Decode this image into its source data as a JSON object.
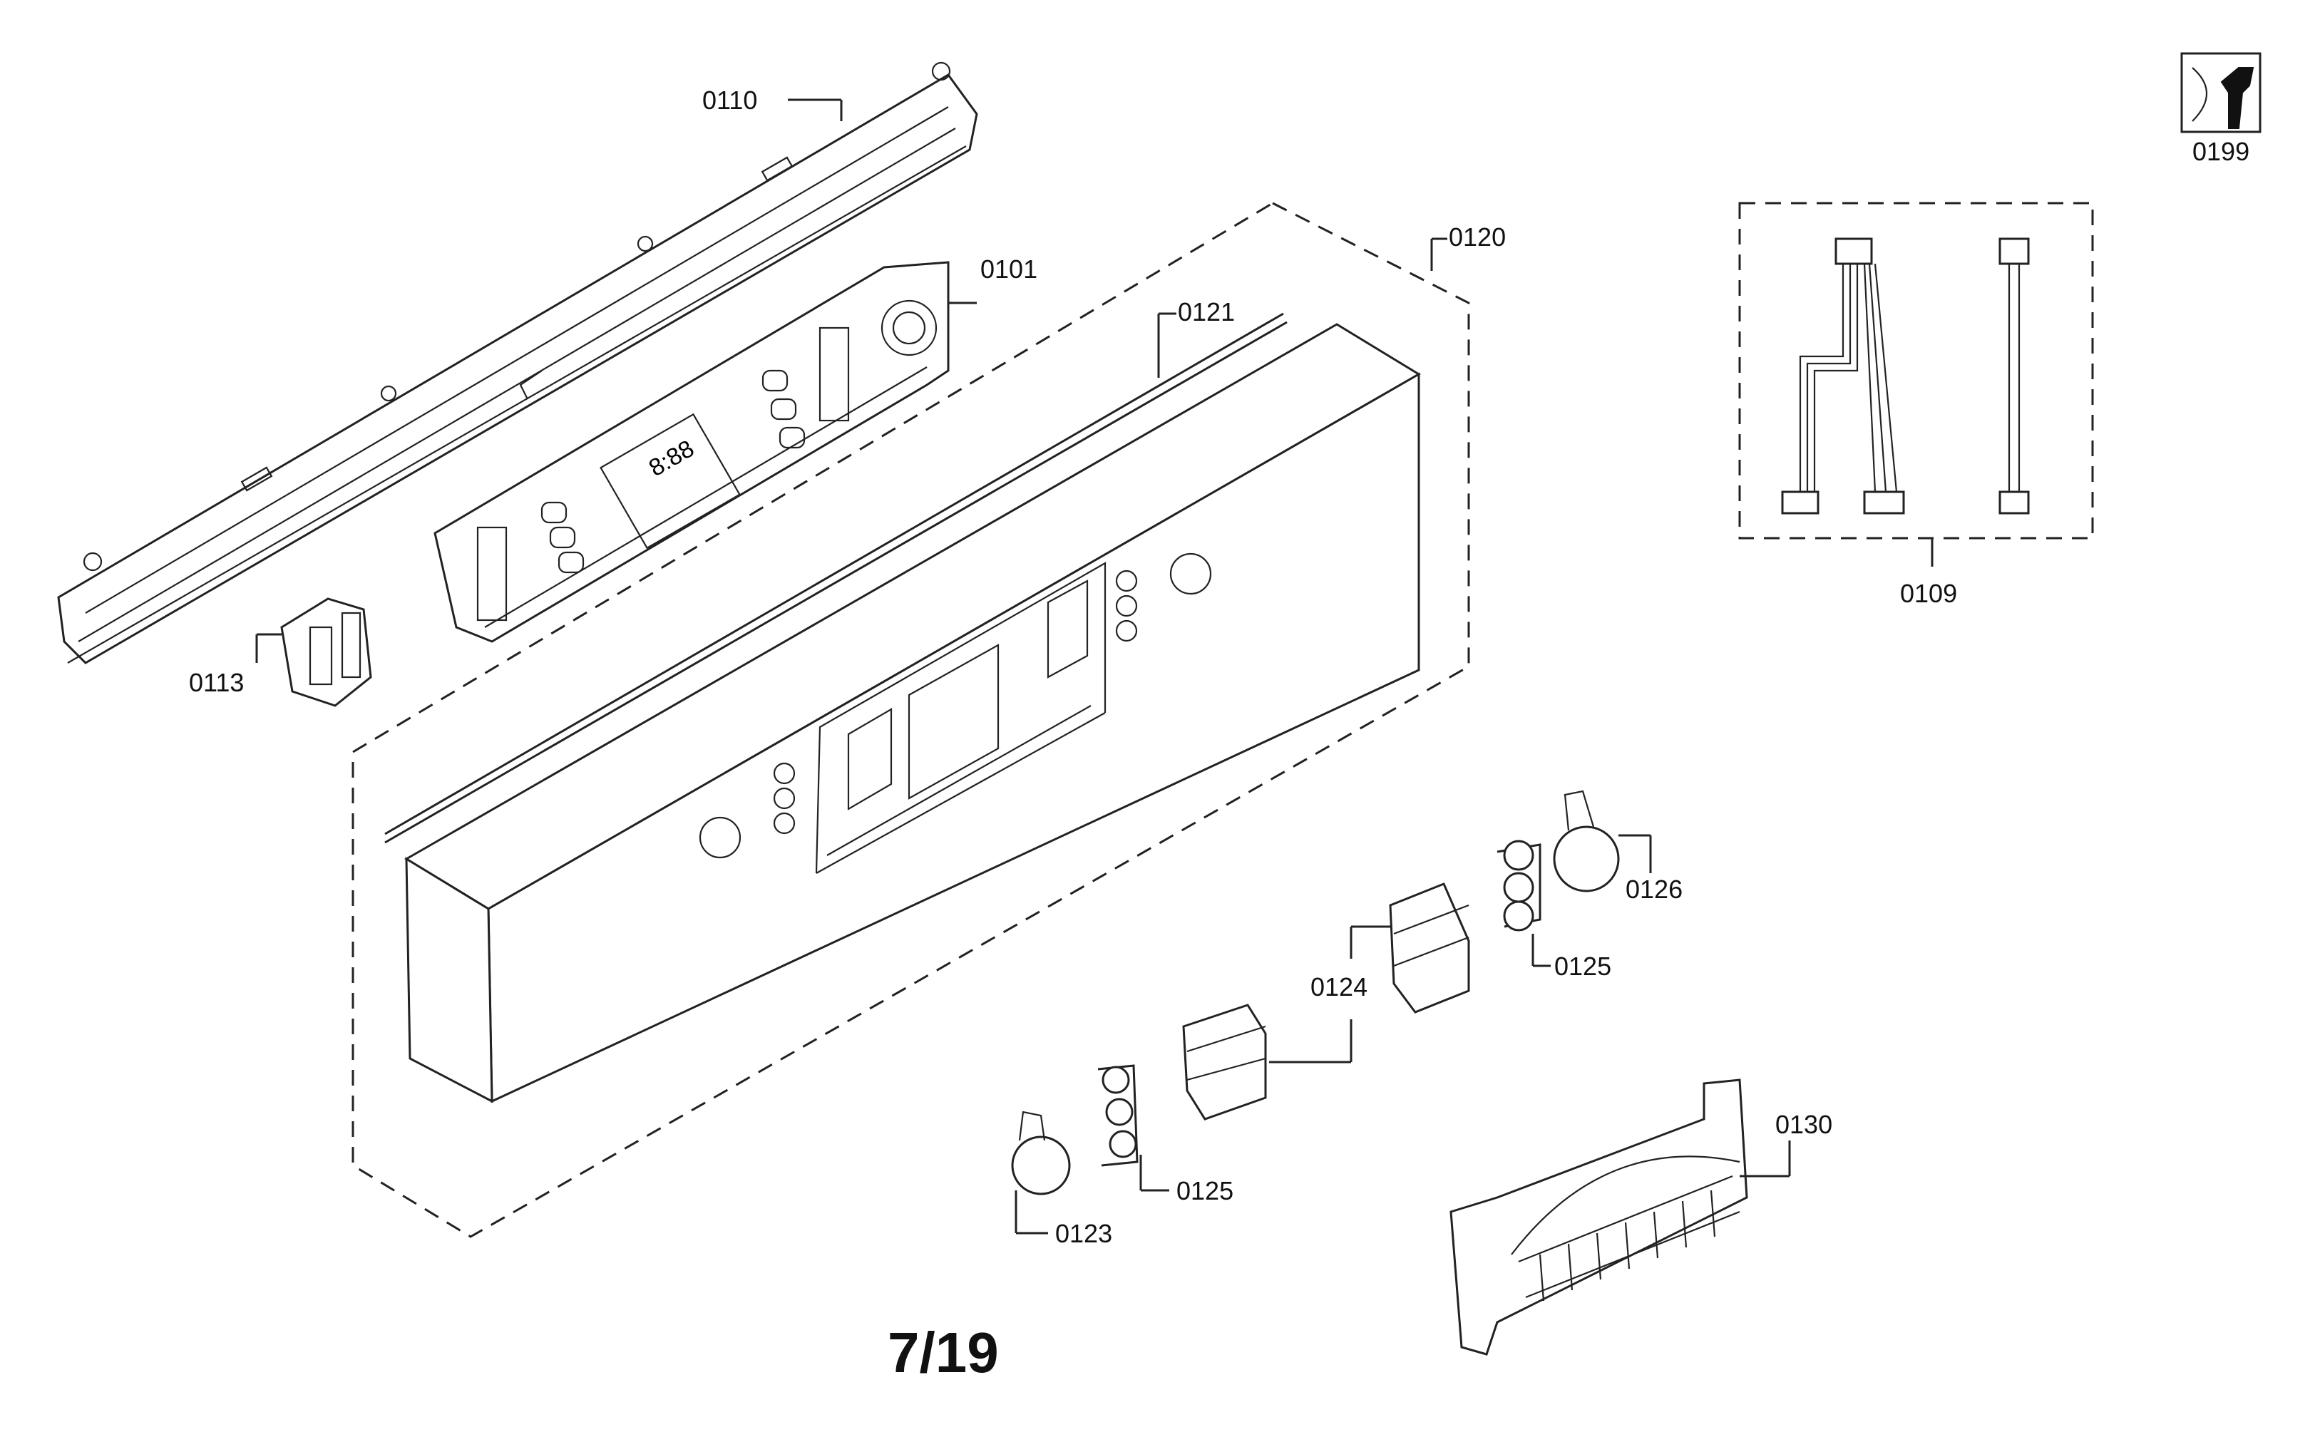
{
  "diagram": {
    "page_number": "7/19",
    "parts": {
      "p0101": "0101",
      "p0109": "0109",
      "p0110": "0110",
      "p0113": "0113",
      "p0120": "0120",
      "p0121": "0121",
      "p0123": "0123",
      "p0124": "0124",
      "p0125a": "0125",
      "p0125b": "0125",
      "p0126": "0126",
      "p0130": "0130",
      "p0199": "0199"
    },
    "display_digits": "8:88"
  }
}
